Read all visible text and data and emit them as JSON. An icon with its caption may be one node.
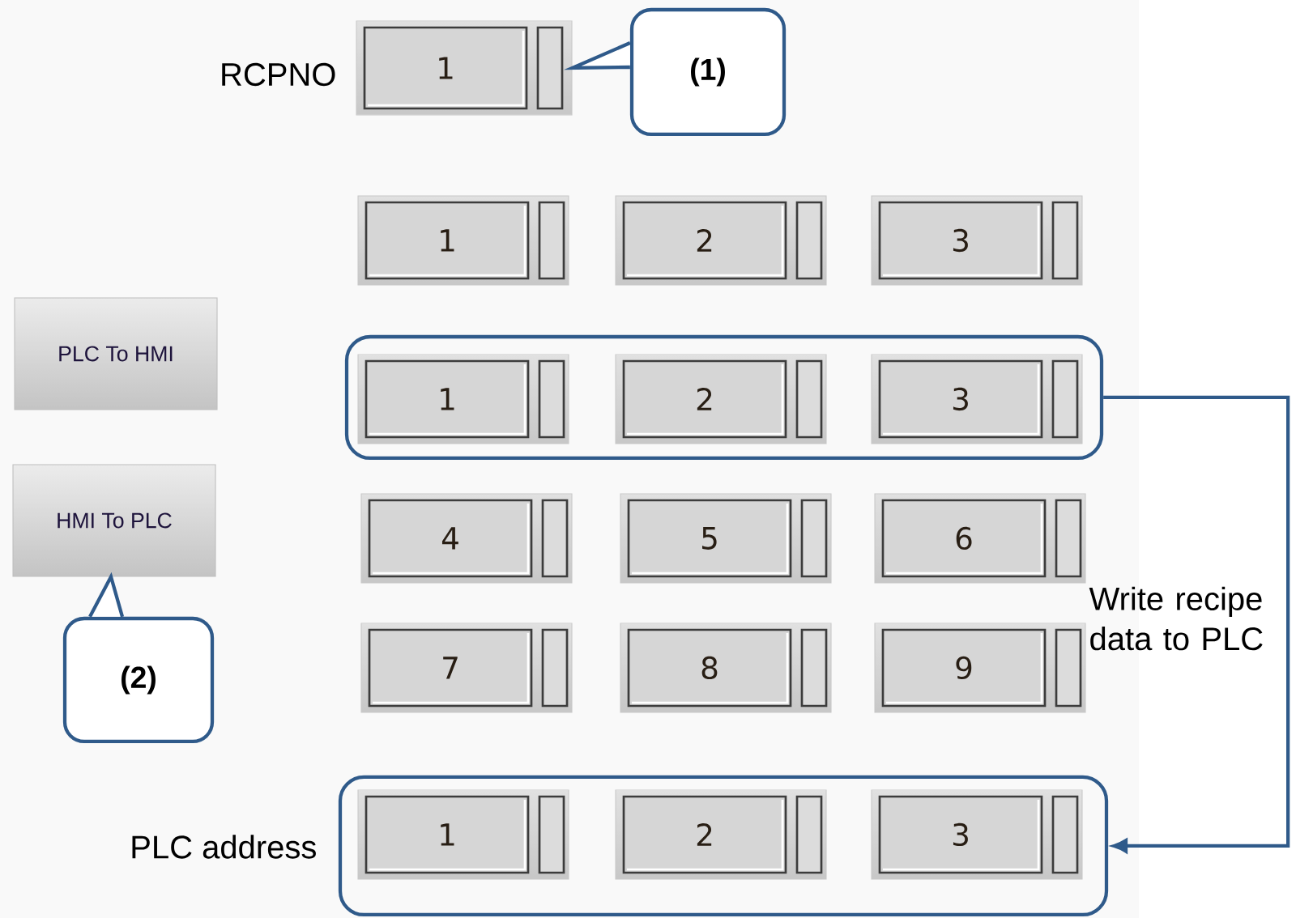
{
  "diagram": {
    "nodes": [
      {
        "text": [
          "1"
        ],
        "beside": [
          "RCPNO"
        ]
      },
      {
        "text": [
          "(1)"
        ]
      },
      {
        "text": [
          "1"
        ]
      },
      {
        "text": [
          "2"
        ]
      },
      {
        "text": [
          "3"
        ]
      },
      {
        "text": [
          "PLC To HMI"
        ]
      },
      {
        "text": [],
        "shape": "box"
      },
      {
        "text": [
          "1"
        ],
        "in": 6
      },
      {
        "text": [
          "2"
        ],
        "in": 6
      },
      {
        "text": [
          "3"
        ],
        "in": 6
      },
      {
        "text": [
          "HMI To PLC"
        ]
      },
      {
        "text": [
          "(2)"
        ]
      },
      {
        "text": [
          "4"
        ]
      },
      {
        "text": [
          "5"
        ]
      },
      {
        "text": [
          "6"
        ]
      },
      {
        "text": [
          "7"
        ]
      },
      {
        "text": [
          "8"
        ]
      },
      {
        "text": [
          "9"
        ]
      },
      {
        "text": [],
        "shape": "box",
        "beside": [
          "PLC address"
        ]
      },
      {
        "text": [
          "1"
        ],
        "in": 18
      },
      {
        "text": [
          "2"
        ],
        "in": 18
      },
      {
        "text": [
          "3"
        ],
        "in": 18
      }
    ],
    "edges": [
      {
        "from": 1,
        "to": 0,
        "arrow": "to"
      },
      {
        "from": 11,
        "to": 10,
        "arrow": "to"
      },
      {
        "from": 6,
        "to": 18,
        "arrow": "to",
        "label": "Write recipe data to PLC"
      }
    ]
  }
}
